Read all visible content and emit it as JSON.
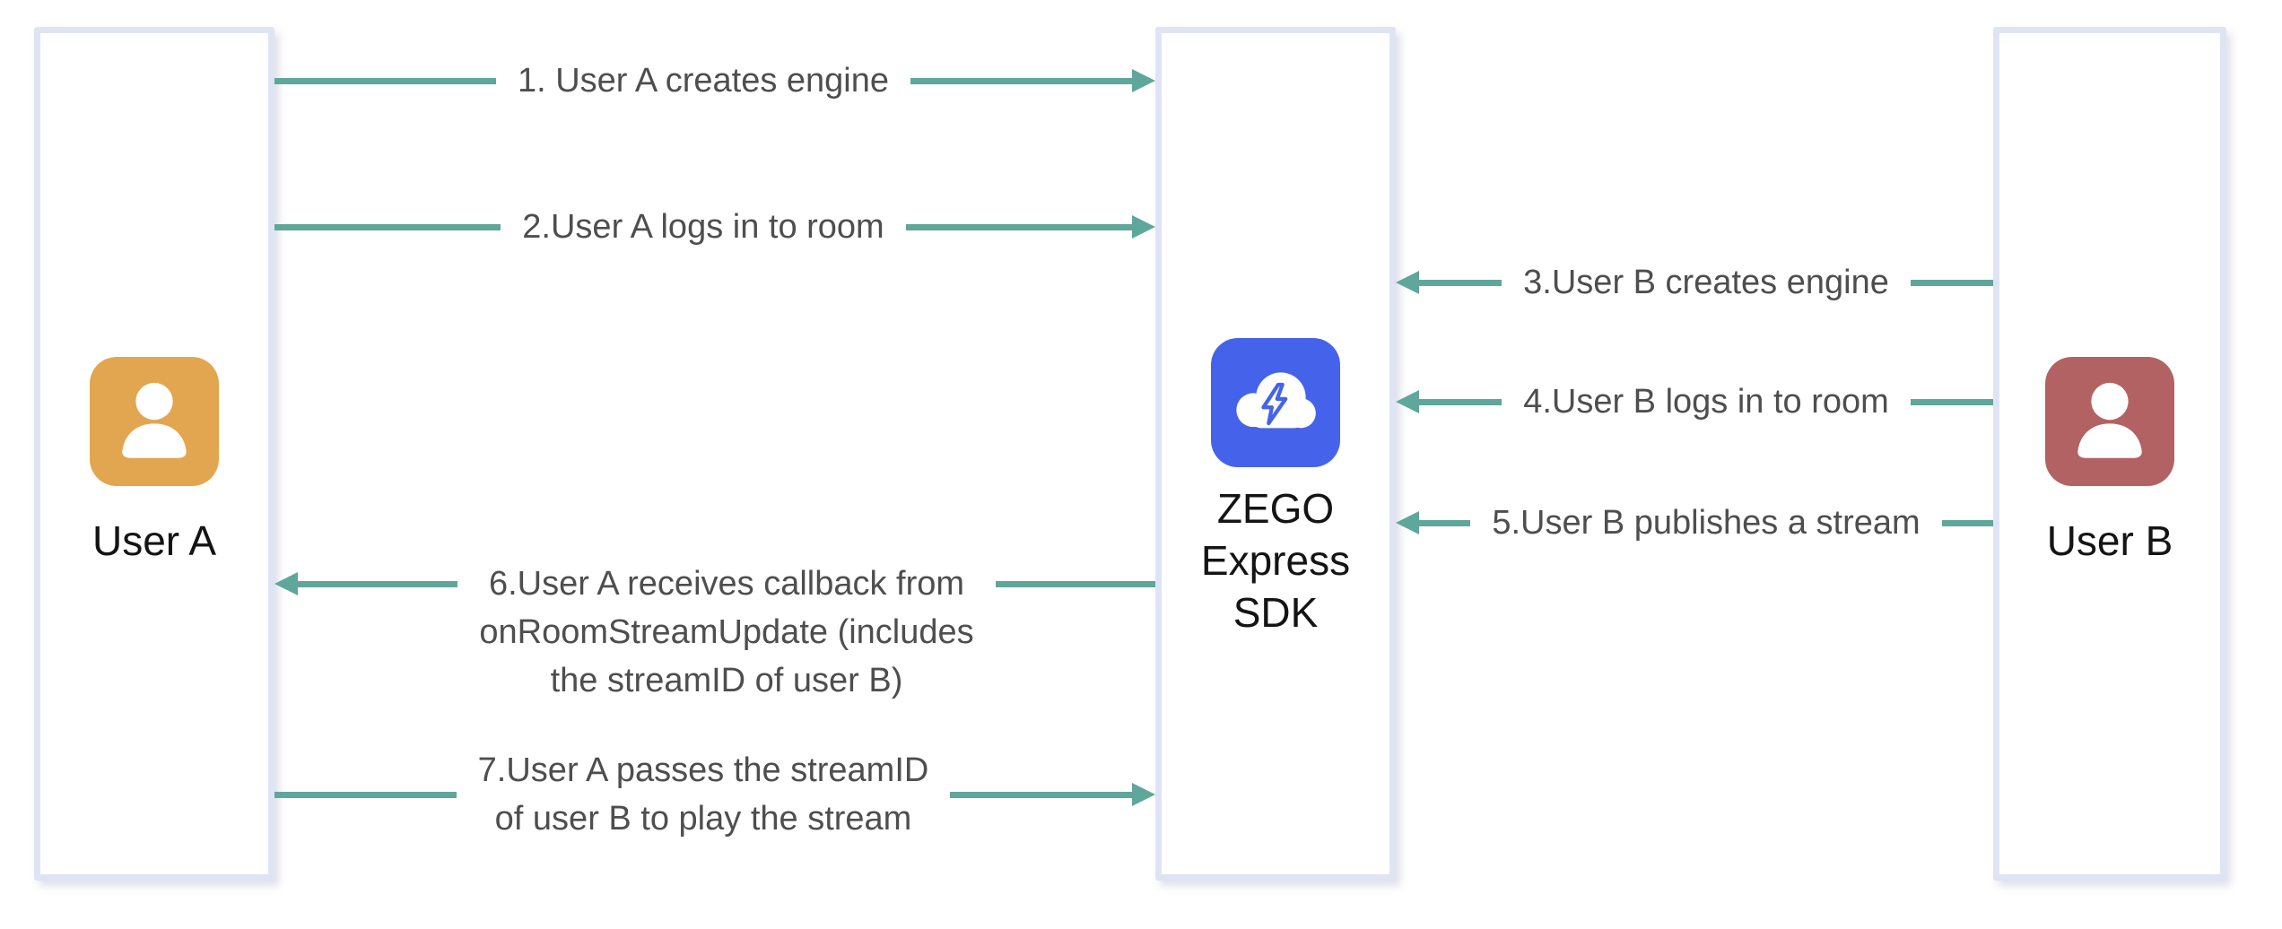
{
  "diagram": {
    "title": "ZEGO Express SDK stream publish / play sequence",
    "actors": [
      {
        "id": "user-a",
        "label": "User A",
        "icon": "person-icon",
        "icon_color": "#e1a64f"
      },
      {
        "id": "zego-sdk",
        "label": "ZEGO\nExpress\nSDK",
        "icon": "cloud-lightning-icon",
        "icon_color": "#4463ea"
      },
      {
        "id": "user-b",
        "label": "User B",
        "icon": "person-icon",
        "icon_color": "#b26262"
      }
    ],
    "arrows": [
      {
        "step": 1,
        "label": "1. User A creates engine",
        "from": "user-a",
        "to": "zego-sdk",
        "direction": "right"
      },
      {
        "step": 2,
        "label": "2.User A logs in to room",
        "from": "user-a",
        "to": "zego-sdk",
        "direction": "right"
      },
      {
        "step": 3,
        "label": "3.User B creates engine",
        "from": "user-b",
        "to": "zego-sdk",
        "direction": "left"
      },
      {
        "step": 4,
        "label": "4.User B logs in to room",
        "from": "user-b",
        "to": "zego-sdk",
        "direction": "left"
      },
      {
        "step": 5,
        "label": "5.User B publishes a stream",
        "from": "user-b",
        "to": "zego-sdk",
        "direction": "left"
      },
      {
        "step": 6,
        "label": "6.User A receives callback from\nonRoomStreamUpdate (includes\nthe streamID of user B)",
        "from": "zego-sdk",
        "to": "user-a",
        "direction": "left"
      },
      {
        "step": 7,
        "label": "7.User A passes the streamID\nof user B to play the stream",
        "from": "user-a",
        "to": "zego-sdk",
        "direction": "right"
      }
    ],
    "colors": {
      "arrow": "#5fa79a",
      "box_border": "#dfe4f5",
      "arrow_text": "#4e4e4e",
      "actor_text": "#141414",
      "user_a_icon": "#e1a64f",
      "user_b_icon": "#b26262",
      "sdk_icon": "#4463ea"
    }
  }
}
